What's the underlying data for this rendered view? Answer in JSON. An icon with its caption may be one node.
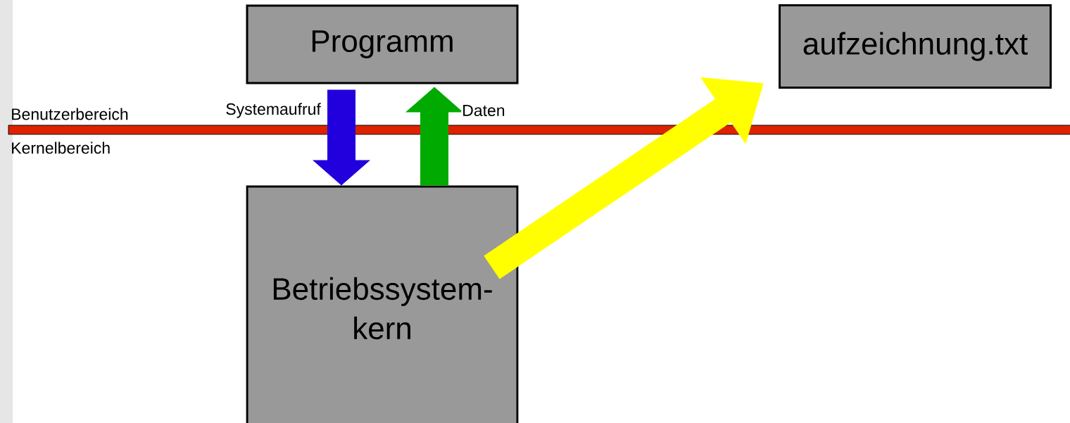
{
  "diagram": {
    "nodes": [
      {
        "text": [
          "Programm"
        ]
      },
      {
        "text": [
          "Betriebssystem- kern"
        ]
      },
      {
        "text": [
          "aufzeichnung.txt"
        ]
      }
    ],
    "edges": [
      {
        "from": 0,
        "to": 1,
        "arrow": "to",
        "label": "Systemaufruf",
        "color": "#2200dd"
      },
      {
        "from": 1,
        "to": 0,
        "arrow": "to",
        "label": "Daten",
        "color": "#00aa00"
      },
      {
        "from": 1,
        "to": 2,
        "arrow": "to",
        "color": "#ffff00"
      }
    ],
    "labels": [
      "Benutzerbereich",
      "Kernelbereich"
    ]
  }
}
